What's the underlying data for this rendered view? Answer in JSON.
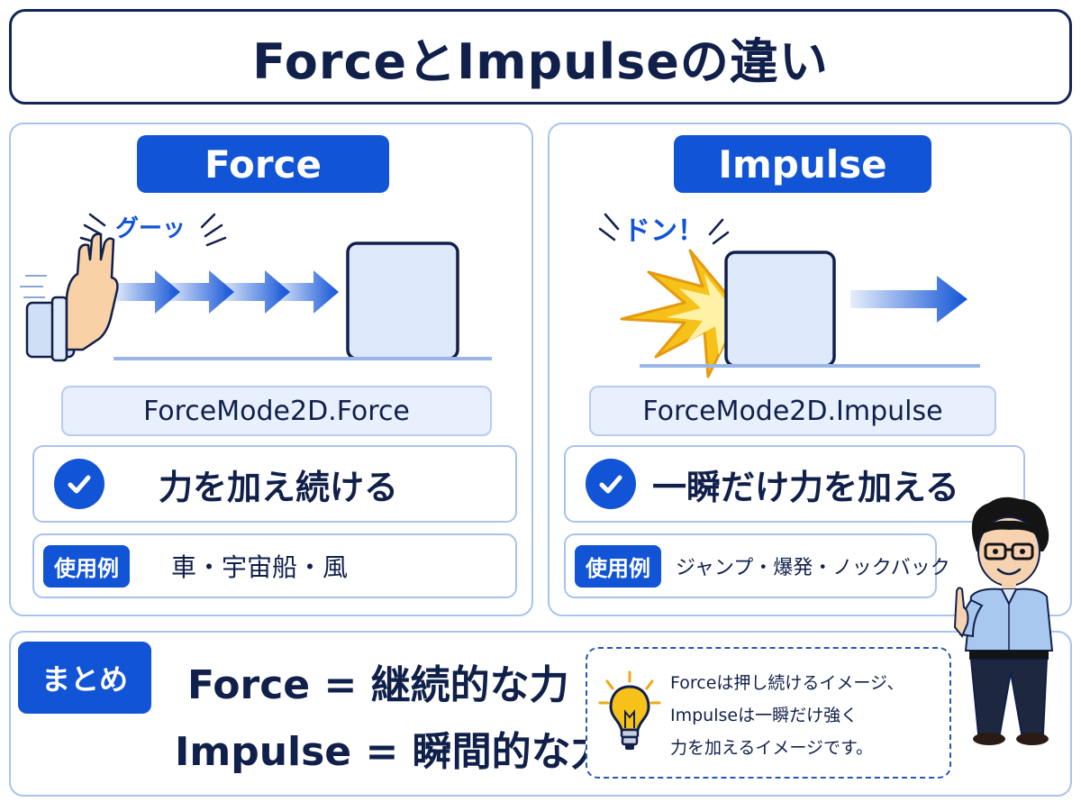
{
  "title": "ForceとImpulseの違い",
  "force_panel": {
    "header": "Force",
    "sound": "グーッ",
    "mode": "ForceMode2D.Force",
    "description": "力を加え続ける",
    "use_label": "使用例",
    "use_text": "車・宇宙船・風"
  },
  "impulse_panel": {
    "header": "Impulse",
    "sound": "ドン！",
    "mode": "ForceMode2D.Impulse",
    "description": "一瞬だけ力を加える",
    "use_label": "使用例",
    "use_text": "ジャンプ・爆発・ノックバック"
  },
  "summary": {
    "label": "まとめ",
    "line1": "Force = 継続的な力",
    "line2": "Impulse = 瞬間的な力",
    "note_lines": [
      "Forceは押し続けるイメージ、",
      "Impulseは一瞬だけ強く",
      "力を加えるイメージです。"
    ]
  },
  "colors": {
    "accent_blue": "#1254d6",
    "navy": "#10204a",
    "light_blue_bg": "#e8f0fd",
    "border_blue": "#a9c3ef",
    "explosion_yellow": "#f6c21a"
  },
  "icons": [
    "hand-push-icon",
    "arrow-right-icon",
    "block-icon",
    "explosion-icon",
    "check-icon",
    "lightbulb-icon",
    "teacher-character"
  ]
}
